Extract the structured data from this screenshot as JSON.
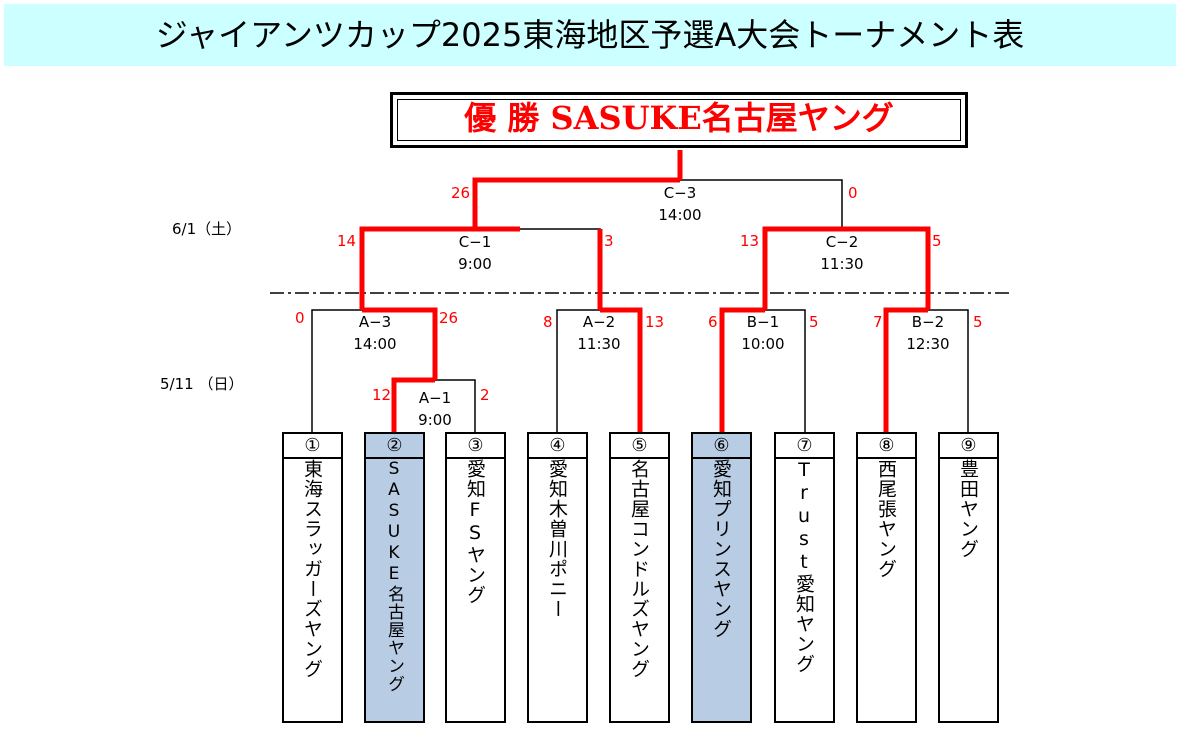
{
  "title": "ジャイアンツカップ2025東海地区予選A大会トーナメント表",
  "champion": "優 勝 SASUKE名古屋ヤング",
  "days": {
    "day2": "6/1（土）",
    "day1": "5/11 （日）"
  },
  "matches": {
    "A1": {
      "name": "A−1",
      "time": "9:00",
      "score_left": "12",
      "score_right": "2"
    },
    "A2": {
      "name": "A−2",
      "time": "11:30",
      "score_left": "8",
      "score_right": "13"
    },
    "A3": {
      "name": "A−3",
      "time": "14:00",
      "score_left": "0",
      "score_right": "26"
    },
    "B1": {
      "name": "B−1",
      "time": "10:00",
      "score_left": "6",
      "score_right": "5"
    },
    "B2": {
      "name": "B−2",
      "time": "12:30",
      "score_left": "7",
      "score_right": "5"
    },
    "C1": {
      "name": "C−1",
      "time": "9:00",
      "score_left": "14",
      "score_right": "3"
    },
    "C2": {
      "name": "C−2",
      "time": "11:30",
      "score_left": "13",
      "score_right": "5"
    },
    "C3": {
      "name": "C−3",
      "time": "14:00",
      "score_left": "26",
      "score_right": "0"
    }
  },
  "teams": [
    {
      "num": "①",
      "name": "東海スラッガーズヤング",
      "highlight": false
    },
    {
      "num": "②",
      "name": "SASUKE名古屋ヤング",
      "highlight": true
    },
    {
      "num": "③",
      "name": "愛知FSヤング",
      "highlight": false
    },
    {
      "num": "④",
      "name": "愛知木曽川ポニー",
      "highlight": false
    },
    {
      "num": "⑤",
      "name": "名古屋コンドルズヤング",
      "highlight": false
    },
    {
      "num": "⑥",
      "name": "愛知プリンスヤング",
      "highlight": true
    },
    {
      "num": "⑦",
      "name": "Trust愛知ヤング",
      "highlight": false
    },
    {
      "num": "⑧",
      "name": "西尾張ヤング",
      "highlight": false
    },
    {
      "num": "⑨",
      "name": "豊田ヤング",
      "highlight": false
    }
  ],
  "colors": {
    "winner_line": "#ff0000",
    "loser_line": "#000000",
    "highlight_fill": "#b8cce4",
    "title_background": "#ccffff",
    "score_text": "#ff0000"
  }
}
